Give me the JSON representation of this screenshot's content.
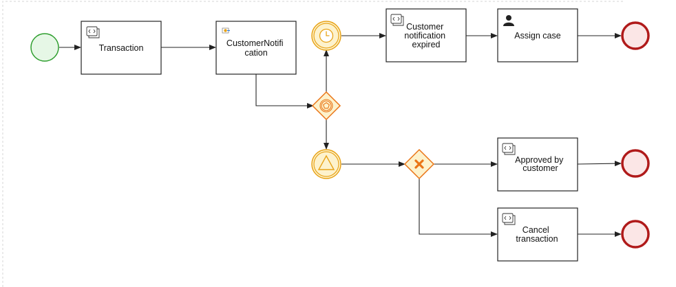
{
  "diagram": {
    "tasks": {
      "transaction": {
        "label_lines": [
          "Transaction"
        ]
      },
      "customer_notification": {
        "label_lines": [
          "CustomerNotifi",
          "cation"
        ]
      },
      "notification_expired": {
        "label_lines": [
          "Customer",
          "notification",
          "expired"
        ]
      },
      "assign_case": {
        "label_lines": [
          "Assign case"
        ]
      },
      "approved_by_customer": {
        "label_lines": [
          "Approved by",
          "customer"
        ]
      },
      "cancel_transaction": {
        "label_lines": [
          "Cancel",
          "transaction"
        ]
      }
    },
    "colors": {
      "start_fill": "#e6f7e6",
      "start_stroke": "#2e9e2e",
      "end_fill": "#fbe6e6",
      "end_stroke": "#b01a1a",
      "intermediate_fill": "#fdf2cc",
      "intermediate_stroke": "#e8a317",
      "gateway_fill": "#fdf2cc",
      "gateway_stroke": "#ea7516",
      "task_stroke": "#222222",
      "edge": "#222222"
    }
  }
}
